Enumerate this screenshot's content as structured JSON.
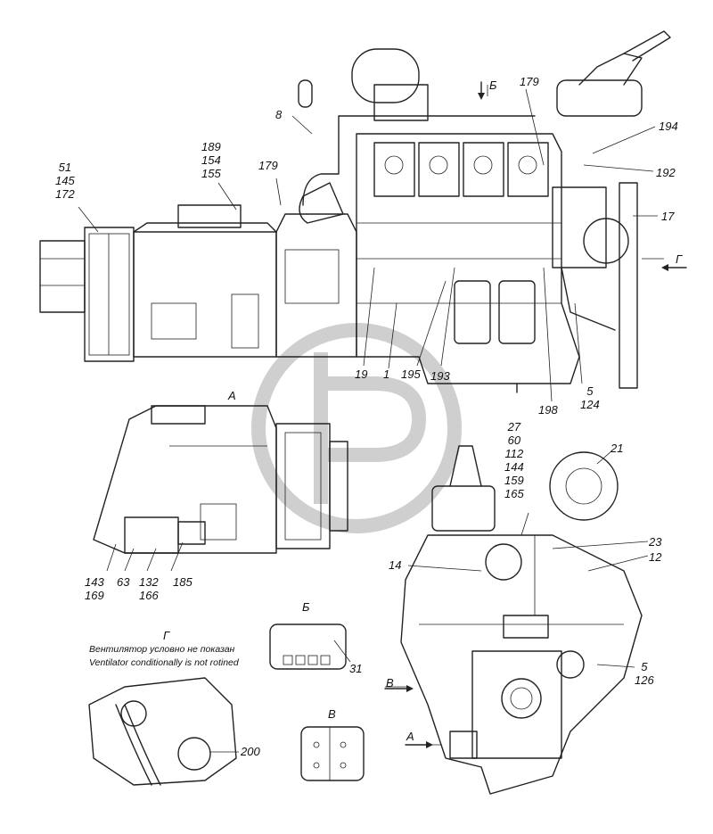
{
  "views": {
    "a": "А",
    "b": "Б",
    "v": "В",
    "g": "Г"
  },
  "note": {
    "ru": "Вентилятор условно не показан",
    "en": "Ventilator conditionally is not rotined"
  },
  "labels": {
    "l_51_145_172": [
      "51",
      "145",
      "172"
    ],
    "l_189_154_155": [
      "189",
      "154",
      "155"
    ],
    "l_8": "8",
    "l_179a": "179",
    "l_179b": "179",
    "l_194": "194",
    "l_192": "192",
    "l_17": "17",
    "l_19": "19",
    "l_1": "1",
    "l_195": "195",
    "l_193": "193",
    "l_198": "198",
    "l_5_124": [
      "5",
      "124"
    ],
    "l_143_169": [
      "143",
      "169"
    ],
    "l_63": "63",
    "l_132_166": [
      "132",
      "166"
    ],
    "l_185": "185",
    "l_27_165": [
      "27",
      "60",
      "112",
      "144",
      "159",
      "165"
    ],
    "l_21": "21",
    "l_23": "23",
    "l_12": "12",
    "l_14": "14",
    "l_31": "31",
    "l_5_126": [
      "5",
      "126"
    ],
    "l_200": "200"
  }
}
